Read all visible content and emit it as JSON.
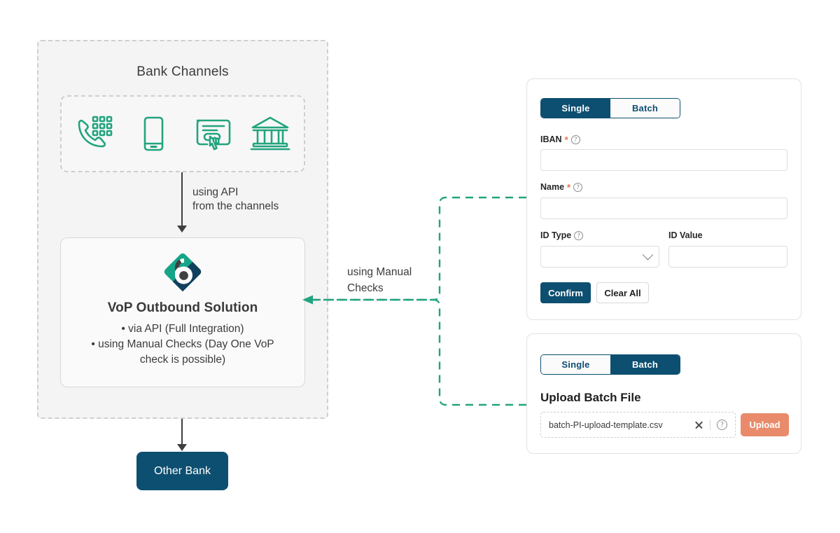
{
  "diagram": {
    "bank_channels_title": "Bank Channels",
    "channels": [
      {
        "icon": "phone-keypad-icon",
        "name": "channel-telephone"
      },
      {
        "icon": "mobile-phone-icon",
        "name": "channel-mobile"
      },
      {
        "icon": "web-click-icon",
        "name": "channel-online"
      },
      {
        "icon": "bank-building-icon",
        "name": "channel-branch"
      }
    ],
    "api_label_line1": "using API",
    "api_label_line2": "from the channels",
    "vop": {
      "title": "VoP Outbound Solution",
      "bullets": [
        "• via API (Full Integration)",
        "• using Manual Checks (Day One VoP",
        "check is possible)"
      ]
    },
    "manual_label_line1": "using Manual",
    "manual_label_line2": "Checks",
    "other_bank_label": "Other Bank"
  },
  "single_panel": {
    "tab_single": "Single",
    "tab_batch": "Batch",
    "active_tab": "Single",
    "fields": {
      "iban_label": "IBAN",
      "iban_value": "",
      "name_label": "Name",
      "name_value": "",
      "id_type_label": "ID Type",
      "id_type_value": "",
      "id_value_label": "ID Value",
      "id_value_value": ""
    },
    "required_marker": "*",
    "help_glyph": "?",
    "confirm_label": "Confirm",
    "clear_label": "Clear All"
  },
  "batch_panel": {
    "tab_single": "Single",
    "tab_batch": "Batch",
    "active_tab": "Batch",
    "upload_title": "Upload Batch File",
    "file_name": "batch-PI-upload-template.csv",
    "upload_label": "Upload",
    "help_glyph": "?"
  },
  "colors": {
    "navy": "#0d4f70",
    "teal": "#22a47e",
    "coral": "#e98b6a",
    "panel_gray": "#f4f4f4",
    "dash_gray": "#cfcfcf"
  }
}
